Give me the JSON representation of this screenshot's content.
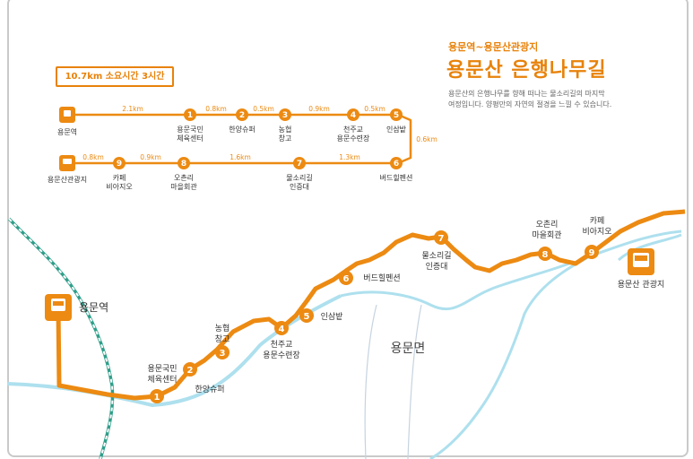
{
  "header": {
    "subtitle": "용문역~용문산관광지",
    "title": "용문산 은행나무길",
    "description_line1": "용문산의 은행나무를 향해 떠나는 물소리길의 마지막",
    "description_line2": "여정입니다. 양평만의 자연의 절경을 느낄 수 있습니다."
  },
  "summary_badge": "10.7km 소요시간 3시간",
  "colors": {
    "route": "#ec8a12",
    "river": "#aee0ee",
    "rail_green": "#2f9e8a",
    "text": "#333333"
  },
  "schematic": {
    "stations": {
      "start": "용문역",
      "end": "용문산관광지",
      "s1_line1": "용문국민",
      "s1_line2": "체육센터",
      "s2": "한양슈퍼",
      "s3_line1": "농협",
      "s3_line2": "창고",
      "s4_line1": "천주교",
      "s4_line2": "용문수련장",
      "s5": "인삼밭",
      "s6": "버드힐펜션",
      "s7_line1": "물소리길",
      "s7_line2": "인증대",
      "s8_line1": "오촌리",
      "s8_line2": "마을회관",
      "s9_line1": "카페",
      "s9_line2": "비아지오"
    },
    "distances": {
      "d0_1": "2.1km",
      "d1_2": "0.8km",
      "d2_3": "0.5km",
      "d3_4": "0.9km",
      "d4_5": "0.5km",
      "d5_6": "0.6km",
      "d6_7": "1.3km",
      "d7_8": "1.6km",
      "d8_9": "0.9km",
      "d9_end": "0.8km"
    },
    "numbers": [
      "1",
      "2",
      "3",
      "4",
      "5",
      "6",
      "7",
      "8",
      "9"
    ]
  },
  "map": {
    "start": "용문역",
    "end": "용문산 관광지",
    "area": "용문면",
    "l1_line1": "용문국민",
    "l1_line2": "체육센터",
    "l2": "한양슈퍼",
    "l3_line1": "농협",
    "l3_line2": "창고",
    "l4_line1": "천주교",
    "l4_line2": "용문수련장",
    "l5": "인삼밭",
    "l6": "버드힐펜션",
    "l7_line1": "물소리길",
    "l7_line2": "인증대",
    "l8_line1": "오촌리",
    "l8_line2": "마을회관",
    "l9_line1": "카페",
    "l9_line2": "비아지오"
  }
}
